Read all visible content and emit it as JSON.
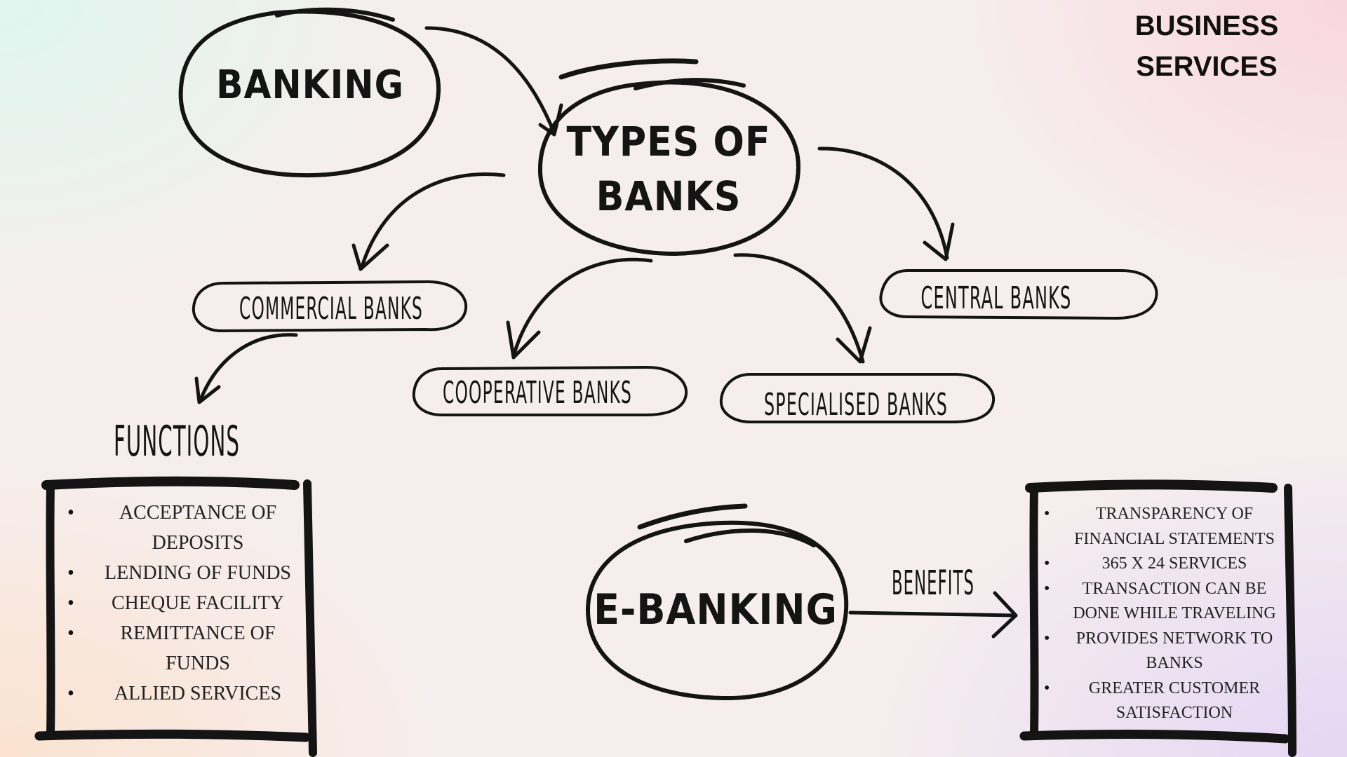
{
  "header": {
    "title_line1": "BUSINESS",
    "title_line2": "SERVICES"
  },
  "nodes": {
    "banking": "BANKING",
    "types_line1": "TYPES OF",
    "types_line2": "BANKS",
    "commercial": "COMMERCIAL BANKS",
    "cooperative": "COOPERATIVE BANKS",
    "specialised": "SPECIALISED BANKS",
    "central": "CENTRAL BANKS",
    "functions": "FUNCTIONS",
    "ebanking": "E-BANKING",
    "benefits": "BENEFITS"
  },
  "functions_list": [
    "ACCEPTANCE OF DEPOSITS",
    "LENDING OF FUNDS",
    "CHEQUE FACILITY",
    "REMITTANCE OF FUNDS",
    "ALLIED SERVICES"
  ],
  "benefits_list": [
    "TRANSPARENCY OF FINANCIAL STATEMENTS",
    "365 X 24 SERVICES",
    "TRANSACTION CAN BE DONE WHILE TRAVELING",
    "PROVIDES NETWORK TO BANKS",
    "GREATER CUSTOMER SATISFACTION"
  ]
}
